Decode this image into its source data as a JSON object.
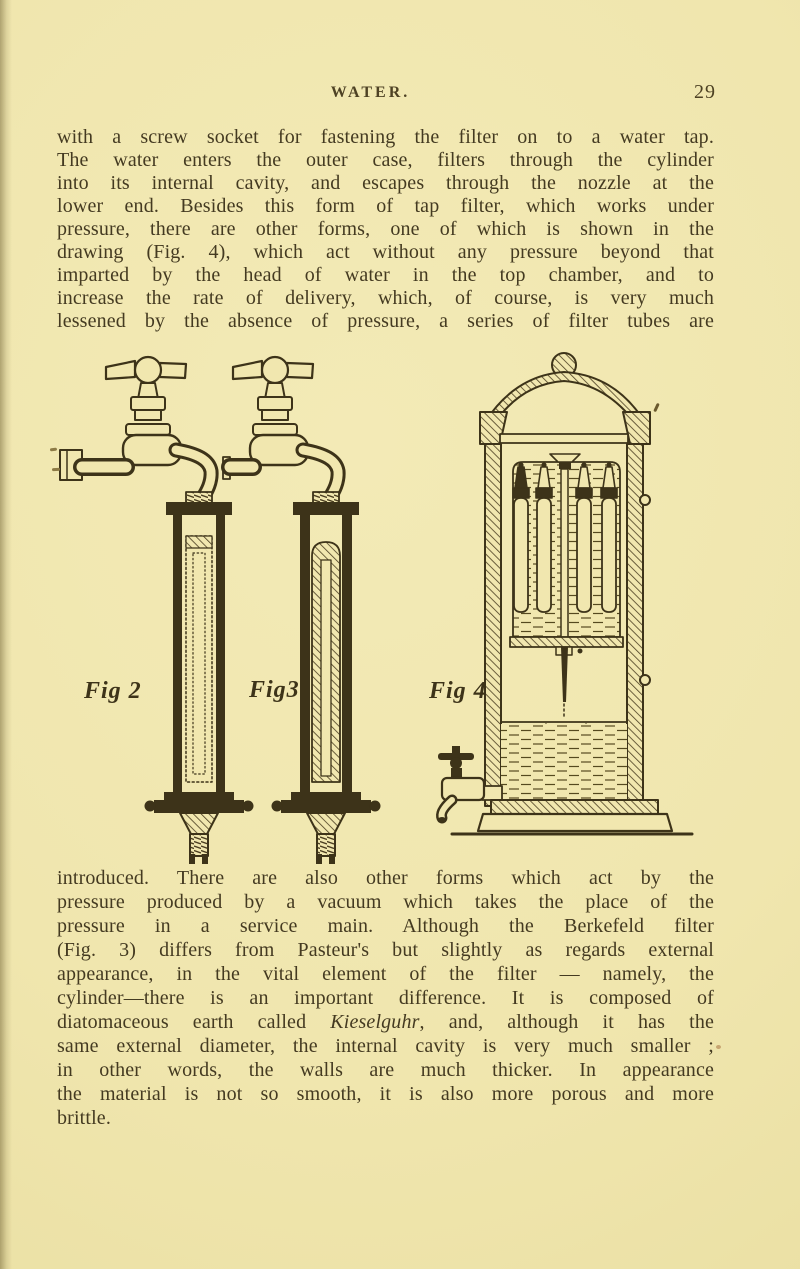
{
  "header": {
    "title": "WATER.",
    "page_number": "29"
  },
  "body": {
    "para1": {
      "lines": [
        "with a screw socket for fastening the filter on to a water tap.",
        "The water enters the outer case, filters through the cylinder",
        "into its internal cavity, and escapes through the nozzle at the",
        "lower end. Besides this form of tap filter, which works under",
        "pressure, there are other forms, one of which is shown in the",
        "drawing (Fig. 4), which act without any pressure beyond that",
        "imparted by the head of water in the top chamber, and to",
        "increase the rate of delivery, which, of course, is very much",
        "lessened by the absence of pressure, a series of filter tubes are"
      ]
    },
    "para2": {
      "lines_top": [
        "introduced. There are also other forms which act by the",
        "pressure produced by a vacuum which takes the place of the",
        "pressure in a service main. Although the Berkefeld filter",
        "(Fig. 3) differs from Pasteur's but slightly as regards external",
        "appearance, in the vital element of the filter — namely, the",
        "cylinder—there is an important difference. It is composed of"
      ],
      "italic_line": {
        "before": "diatomaceous earth called ",
        "word": "Kieselguhr",
        "after": ", and, although it has the"
      },
      "lines_bottom": [
        "same external diameter, the internal cavity is very much smaller ;",
        "in other words, the walls are much thicker. In appearance",
        "the material is not so smooth, it is also more porous and more",
        "brittle."
      ]
    }
  },
  "figures": {
    "fig2_label": "Fig 2",
    "fig3_label": "Fig3",
    "fig4_label": "Fig 4"
  },
  "colors": {
    "paper": "#f0e6ae",
    "ink": "#3d3319"
  }
}
